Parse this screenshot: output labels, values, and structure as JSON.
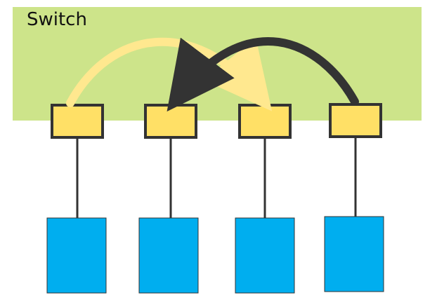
{
  "switch": {
    "label": "Switch",
    "fill_color": "#cde48a"
  },
  "colors": {
    "port": "#ffe066",
    "host": "#00aeef",
    "outline": "#333333",
    "forward_arrow": "#ffe88f",
    "return_arrow": "#333333"
  },
  "ports": [
    {
      "name": "port-1"
    },
    {
      "name": "port-2"
    },
    {
      "name": "port-3"
    },
    {
      "name": "port-4"
    }
  ],
  "hosts": [
    {
      "name": "host-1"
    },
    {
      "name": "host-2"
    },
    {
      "name": "host-3"
    },
    {
      "name": "host-4"
    }
  ],
  "arrows": [
    {
      "name": "forward-arrow",
      "from_port": 1,
      "to_port": 3
    },
    {
      "name": "return-arrow",
      "from_port": 4,
      "to_port": 2
    }
  ]
}
